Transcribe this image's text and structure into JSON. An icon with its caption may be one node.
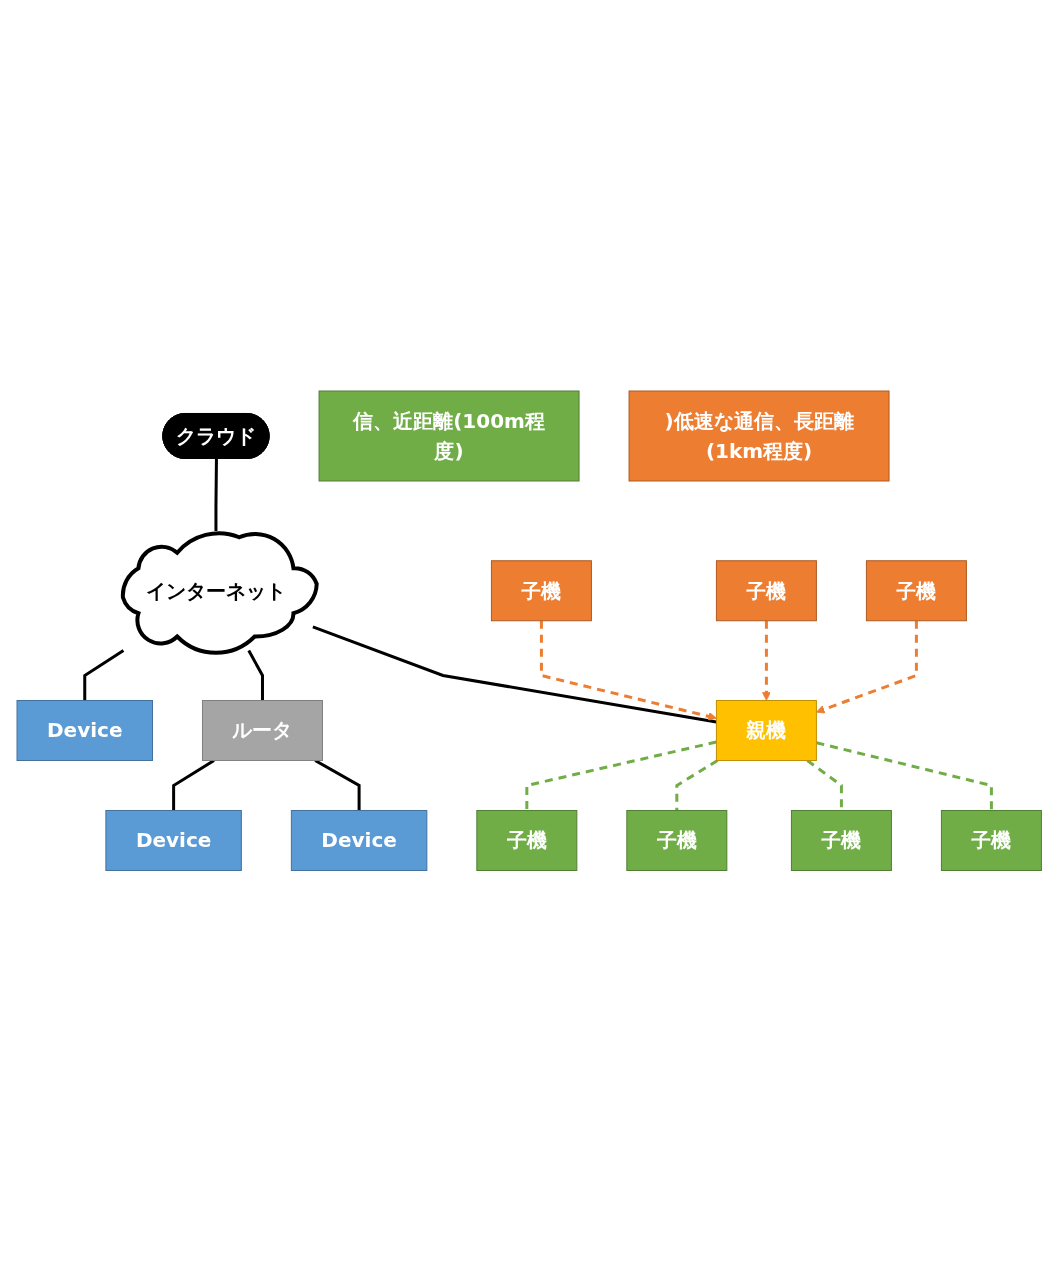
{
  "diagram": {
    "nodes": [
      {
        "text": [
          "クラウド"
        ]
      },
      {
        "text": [
          "インターネット"
        ]
      },
      {
        "text": [
          "ルータ"
        ]
      },
      {
        "text": [
          "親機"
        ]
      },
      {
        "text": [
          "子機"
        ]
      },
      {
        "text": [
          "子機"
        ]
      },
      {
        "text": [
          "子機"
        ]
      },
      {
        "text": [
          "子機"
        ]
      },
      {
        "text": [
          "Device"
        ]
      },
      {
        "text": [
          "Device"
        ]
      },
      {
        "text": [
          "Device"
        ]
      },
      {
        "text": [
          "子機"
        ]
      },
      {
        "text": [
          "子機"
        ]
      },
      {
        "text": [
          "子機"
        ]
      },
      {
        "text": [
          "信、近距離(100m程度)"
        ]
      },
      {
        "text": [
          ")低速な通信、長距離(1km程度)"
        ]
      }
    ],
    "edges": [
      {
        "from": 0,
        "to": 1,
        "arrow": "none"
      },
      {
        "from": 1,
        "to": 8,
        "arrow": "none"
      },
      {
        "from": 1,
        "to": 2,
        "arrow": "none"
      },
      {
        "from": 1,
        "to": 3,
        "arrow": "none"
      },
      {
        "from": 2,
        "to": 9,
        "arrow": "none"
      },
      {
        "from": 2,
        "to": 10,
        "arrow": "none"
      },
      {
        "from": 3,
        "to": 4,
        "arrow": "none",
        "style": "dashed",
        "color": "#70ad47"
      },
      {
        "from": 3,
        "to": 5,
        "arrow": "none",
        "style": "dashed",
        "color": "#70ad47"
      },
      {
        "from": 3,
        "to": 6,
        "arrow": "none",
        "style": "dashed",
        "color": "#70ad47"
      },
      {
        "from": 3,
        "to": 7,
        "arrow": "none",
        "style": "dashed",
        "color": "#70ad47"
      },
      {
        "from": 11,
        "to": 3,
        "arrow": "to",
        "style": "dashed",
        "color": "#ed7d31"
      },
      {
        "from": 12,
        "to": 3,
        "arrow": "to",
        "style": "dashed",
        "color": "#ed7d31"
      },
      {
        "from": 13,
        "to": 3,
        "arrow": "to",
        "style": "dashed",
        "color": "#ed7d31"
      }
    ]
  }
}
